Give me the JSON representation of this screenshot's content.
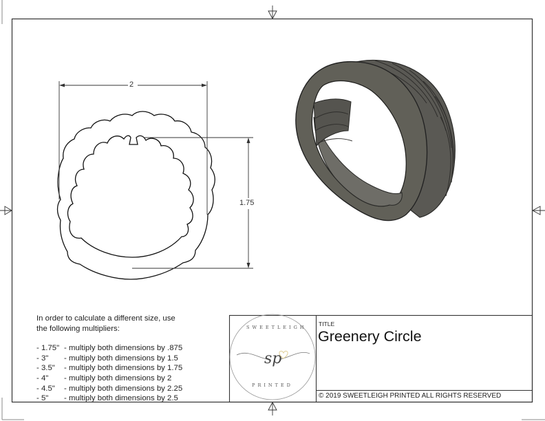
{
  "drawing": {
    "dimensions": {
      "width_label": "2",
      "height_label": "1.75"
    }
  },
  "notes": {
    "intro_line1": "In order to calculate a different size, use",
    "intro_line2": "the following multipliers:",
    "multipliers": [
      {
        "size": "- 1.75\"",
        "text": "- multiply both dimensions by .875"
      },
      {
        "size": "- 3\"",
        "text": "- multiply both dimensions by 1.5"
      },
      {
        "size": "- 3.5\"",
        "text": "- multiply both dimensions by 1.75"
      },
      {
        "size": "- 4\"",
        "text": "- multiply both dimensions by 2"
      },
      {
        "size": "- 4.5\"",
        "text": "- multiply both dimensions by 2.25"
      },
      {
        "size": "- 5\"",
        "text": "- multiply both dimensions by 2.5"
      }
    ]
  },
  "title_block": {
    "title_label": "TITLE",
    "title": "Greenery Circle",
    "copyright": "© 2019  SWEETLEIGH PRINTED  ALL RIGHTS RESERVED",
    "logo": {
      "top_text": "SWEETLEIGH",
      "bottom_text": "PRINTED",
      "monogram": "sp",
      "heart_color": "#e8d9a8"
    }
  },
  "colors": {
    "border": "#333333",
    "render_body": "#5c5b56",
    "render_dark": "#3a3936",
    "render_light": "#7a7974"
  }
}
